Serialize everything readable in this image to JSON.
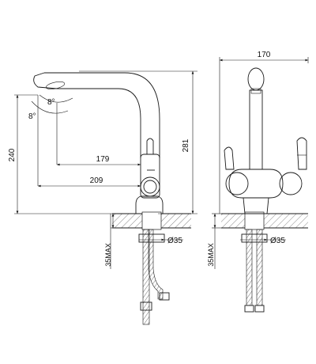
{
  "side_view": {
    "dim_height_total": "281",
    "dim_height_spout": "240",
    "dim_reach_inner": "179",
    "dim_reach_outer": "209",
    "angle_upper": "8°",
    "angle_lower": "8°",
    "dim_hose_diameter": "Ø35",
    "dim_mount_max": "35MAX"
  },
  "front_view": {
    "dim_width": "170",
    "dim_hose_diameter": "Ø35",
    "dim_mount_max": "35MAX"
  }
}
